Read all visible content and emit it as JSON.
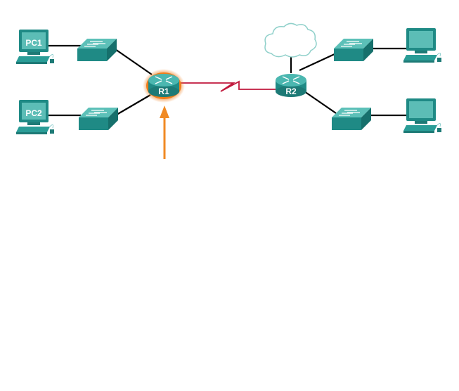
{
  "diagram": {
    "devices": {
      "pc1": "PC1",
      "pc2": "PC2",
      "r1": "R1",
      "r2": "R2"
    },
    "colors": {
      "device": "#2a9d97",
      "device_dark": "#1d7a76",
      "serial_link": "#c0183c",
      "ethernet_link": "#000000",
      "highlight": "#f07d1a",
      "arrow": "#f08a24"
    }
  }
}
